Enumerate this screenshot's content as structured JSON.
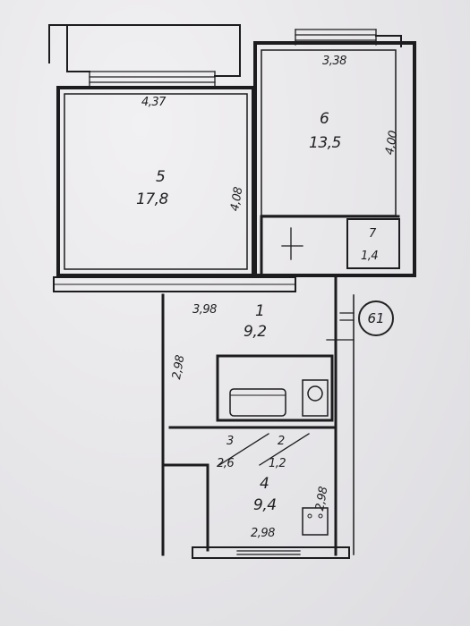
{
  "plan": {
    "rooms": [
      {
        "id": "room5",
        "number": "5",
        "area": "17,8",
        "width": "4,37",
        "depth": "4,08"
      },
      {
        "id": "room6",
        "number": "6",
        "area": "13,5",
        "width": "3,38",
        "depth": "4,00"
      },
      {
        "id": "room7",
        "number": "7",
        "area": "1,4"
      },
      {
        "id": "room1",
        "number": "1",
        "area": "9,2",
        "width": "3,98",
        "depth": "2,98"
      },
      {
        "id": "room2",
        "number": "2",
        "area": "1,2"
      },
      {
        "id": "room3",
        "number": "3",
        "area": "2,6"
      },
      {
        "id": "room4",
        "number": "4",
        "area": "9,4",
        "width": "2,98",
        "depth": "2,98"
      }
    ],
    "apartment_badge": "61"
  }
}
